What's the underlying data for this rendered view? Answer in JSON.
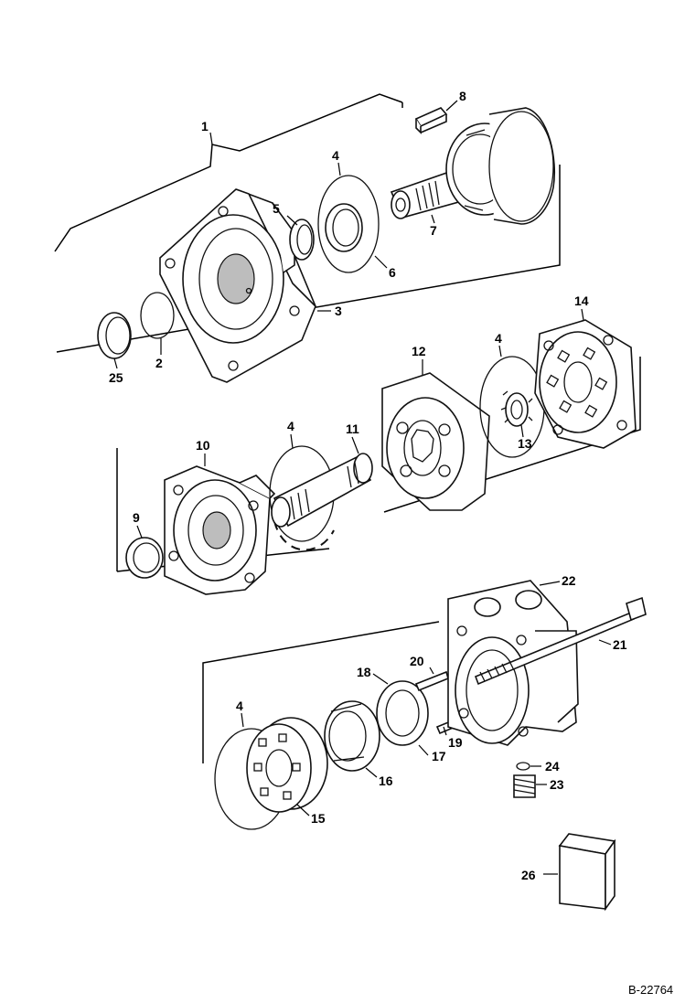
{
  "callouts": [
    {
      "id": "c1",
      "text": "1"
    },
    {
      "id": "c2",
      "text": "2"
    },
    {
      "id": "c3",
      "text": "3"
    },
    {
      "id": "c4a",
      "text": "4"
    },
    {
      "id": "c5",
      "text": "5"
    },
    {
      "id": "c6",
      "text": "6"
    },
    {
      "id": "c7",
      "text": "7"
    },
    {
      "id": "c8",
      "text": "8"
    },
    {
      "id": "c25",
      "text": "25"
    },
    {
      "id": "c9",
      "text": "9"
    },
    {
      "id": "c10",
      "text": "10"
    },
    {
      "id": "c4b",
      "text": "4"
    },
    {
      "id": "c11",
      "text": "11"
    },
    {
      "id": "c12",
      "text": "12"
    },
    {
      "id": "c4c",
      "text": "4"
    },
    {
      "id": "c13",
      "text": "13"
    },
    {
      "id": "c14",
      "text": "14"
    },
    {
      "id": "c22",
      "text": "22"
    },
    {
      "id": "c21",
      "text": "21"
    },
    {
      "id": "c20",
      "text": "20"
    },
    {
      "id": "c18",
      "text": "18"
    },
    {
      "id": "c4d",
      "text": "4"
    },
    {
      "id": "c19",
      "text": "19"
    },
    {
      "id": "c17",
      "text": "17"
    },
    {
      "id": "c16",
      "text": "16"
    },
    {
      "id": "c15",
      "text": "15"
    },
    {
      "id": "c24",
      "text": "24"
    },
    {
      "id": "c23",
      "text": "23"
    },
    {
      "id": "c26",
      "text": "26"
    }
  ],
  "figure_ref": "B-22764"
}
